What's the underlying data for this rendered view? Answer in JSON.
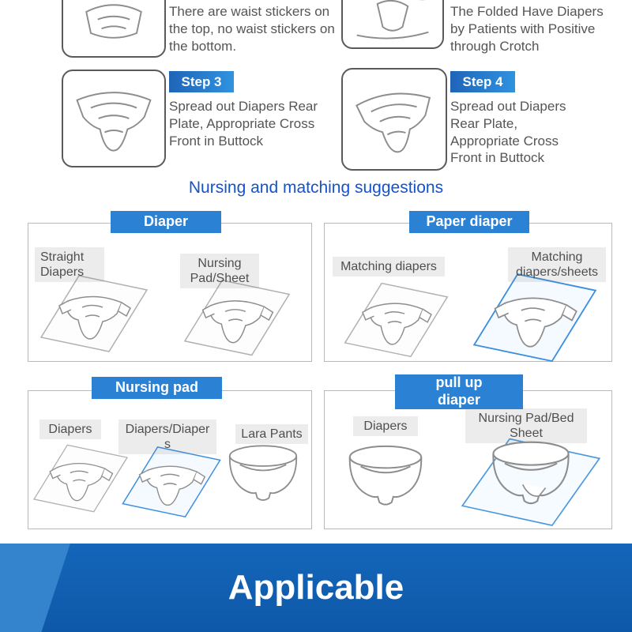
{
  "steps": {
    "note_top_left": "There are waist stickers on the top, no waist stickers on the bottom.",
    "note_top_right": "The Folded Have Diapers by Patients with Positive through Crotch",
    "step3": {
      "badge": "Step 3",
      "text": "Spread out Diapers Rear Plate, Appropriate Cross Front in Buttock"
    },
    "step4": {
      "badge": "Step 4",
      "text": "Spread out Diapers Rear Plate, Appropriate Cross Front in Buttock"
    }
  },
  "suggestions": {
    "title": "Nursing and matching suggestions",
    "panels": [
      {
        "header": "Diaper",
        "items": [
          "Straight Diapers",
          "Nursing Pad/Sheet"
        ]
      },
      {
        "header": "Paper diaper",
        "items": [
          "Matching diapers",
          "Matching diapers/sheets"
        ]
      },
      {
        "header": "Nursing pad",
        "items": [
          "Diapers",
          "Diapers/Diapers",
          "Lara Pants"
        ]
      },
      {
        "header": "pull up\ndiaper",
        "items": [
          "Diapers",
          "Nursing Pad/Bed Sheet"
        ]
      }
    ]
  },
  "footer": {
    "title": "Applicable"
  },
  "colors": {
    "accent_blue": "#2b82d4",
    "title_blue": "#1553cb",
    "banner_blue": "#0f5fb0"
  }
}
